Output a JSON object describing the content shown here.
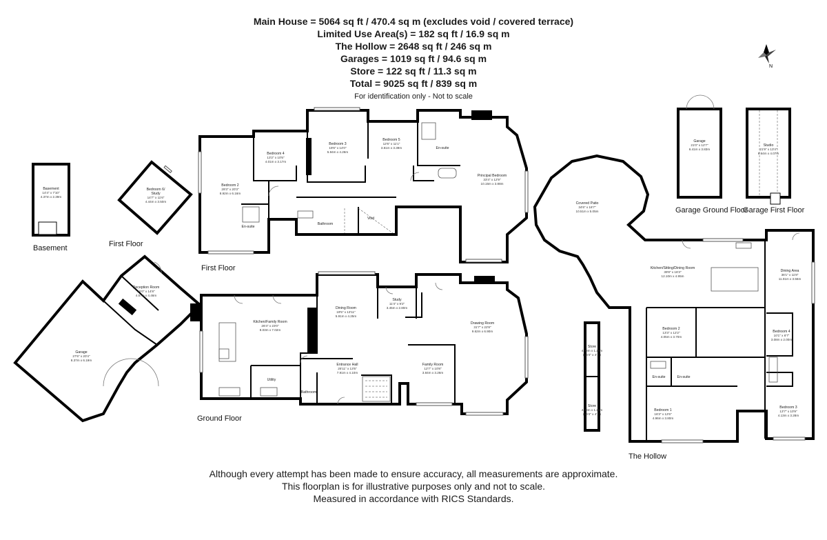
{
  "header": {
    "lines": [
      "Main House = 5064 sq ft / 470.4 sq m (excludes void / covered terrace)",
      "Limited Use Area(s) = 182 sq ft / 16.9 sq m",
      "The Hollow = 2648 sq ft / 246 sq m",
      "Garages = 1019 sq ft / 94.6 sq m",
      "Store = 122 sq ft / 11.3 sq m",
      "Total = 9025 sq ft / 839 sq m"
    ],
    "note": "For identification only - Not to scale"
  },
  "compass": {
    "label": "N"
  },
  "floor_labels": {
    "basement": "Basement",
    "first_floor_small": "First Floor",
    "first_floor": "First Floor",
    "ground_floor": "Ground Floor",
    "the_hollow": "The Hollow",
    "garage_ground": "Garage Ground Floor",
    "garage_first": "Garage First Floor"
  },
  "rooms": {
    "basement": {
      "name": "Basement",
      "d1": "14'4\" x 7'10\"",
      "d2": "4.37m x 2.39m"
    },
    "bed6": {
      "name": "Bedroom 6/",
      "name2": "Study",
      "d1": "14'7\" x 11'6\"",
      "d2": "4.44m x 3.50m"
    },
    "bed2": {
      "name": "Bedroom 2",
      "d1": "29'3\" x 20'3\"",
      "d2": "8.92m x 6.16m"
    },
    "bed4": {
      "name": "Bedroom 4",
      "d1": "13'2\" x 10'5\"",
      "d2": "4.01m x 3.17m"
    },
    "bed3": {
      "name": "Bedroom 3",
      "d1": "19'6\" x 14'0\"",
      "d2": "5.94m x 4.26m"
    },
    "bed5": {
      "name": "Bedroom 5",
      "d1": "12'6\" x 11'1\"",
      "d2": "3.81m x 3.39m"
    },
    "ensuite_top": {
      "name": "En-suite"
    },
    "principal": {
      "name": "Principal Bedroom",
      "d1": "33'4\" x 12'9\"",
      "d2": "10.15m x 3.88m"
    },
    "ensuite_b2": {
      "name": "En-suite"
    },
    "bathroom_ff": {
      "name": "Bathroom"
    },
    "void": {
      "name": "Void"
    },
    "reception": {
      "name": "Reception Room",
      "d1": "15'0\" x 14'8\"",
      "d2": "4.57m x 4.46m"
    },
    "garage_gf": {
      "name": "Garage",
      "d1": "27'6\" x 20'4\"",
      "d2": "8.37m x 6.19m"
    },
    "kitchen": {
      "name": "Kitchen/Family Room",
      "d1": "26'4\" x 23'0\"",
      "d2": "8.03m x 7.02m"
    },
    "utility": {
      "name": "Utility"
    },
    "dining": {
      "name": "Dining Room",
      "d1": "19'5\" x 13'11\"",
      "d2": "5.91m x 4.25m"
    },
    "study": {
      "name": "Study",
      "d1": "11'4\" x 9'2\"",
      "d2": "3.45m x 2.80m"
    },
    "drawing": {
      "name": "Drawing Room",
      "d1": "31'7\" x 22'8\"",
      "d2": "9.62m x 6.90m"
    },
    "entrance": {
      "name": "Entrance Hall",
      "d1": "25'11\" x 13'5\"",
      "d2": "7.91m x 4.10m"
    },
    "family": {
      "name": "Family Room",
      "d1": "12'7\" x 10'8\"",
      "d2": "3.84m x 3.26m"
    },
    "bathroom_gf": {
      "name": "Bathroom"
    },
    "patio": {
      "name": "Covered Patio",
      "d1": "34'6\" x 16'7\"",
      "d2": "10.51m x 5.05m"
    },
    "hkitchen": {
      "name": "Kitchen/Sitting/Dining Room",
      "d1": "39'8\" x 16'3\"",
      "d2": "12.10m x 4.95m"
    },
    "hdining": {
      "name": "Dining Area",
      "d1": "36'1\" x 11'8\"",
      "d2": "11.01m x 3.56m"
    },
    "hbed2": {
      "name": "Bedroom 2",
      "d1": "13'3\" x 12'2\"",
      "d2": "4.05m x 3.70m"
    },
    "hbed4": {
      "name": "Bedroom 4",
      "d1": "10'1\" x 6'7\"",
      "d2": "3.08m x 2.00m"
    },
    "hens1": {
      "name": "En-suite"
    },
    "hens2": {
      "name": "En-suite"
    },
    "hbed1": {
      "name": "Bedroom 1",
      "d1": "16'3\" x 12'6\"",
      "d2": "4.96m x 3.80m"
    },
    "hbed3": {
      "name": "Bedroom 3",
      "d1": "13'7\" x 10'9\"",
      "d2": "4.13m x 3.28m"
    },
    "store1": {
      "name": "Store",
      "d1": "4.98m x 1.26m",
      "d2": "(16'4\" x 4'1\")"
    },
    "store2": {
      "name": "Store",
      "d1": "4.98m x 1.26m",
      "d2": "(16'4\" x 4'1\")"
    },
    "garage2": {
      "name": "Garage",
      "d1": "21'0\" x 12'7\"",
      "d2": "6.41m x 3.83m"
    },
    "studio": {
      "name": "Studio",
      "d1": "21'9\" x 13'4\"",
      "d2": "6.64m x 4.07m"
    }
  },
  "footer": {
    "lines": [
      "Although every attempt has been made to ensure accuracy, all measurements are approximate.",
      "This floorplan is for illustrative purposes only and not to scale.",
      "Measured in accordance with RICS Standards."
    ]
  }
}
